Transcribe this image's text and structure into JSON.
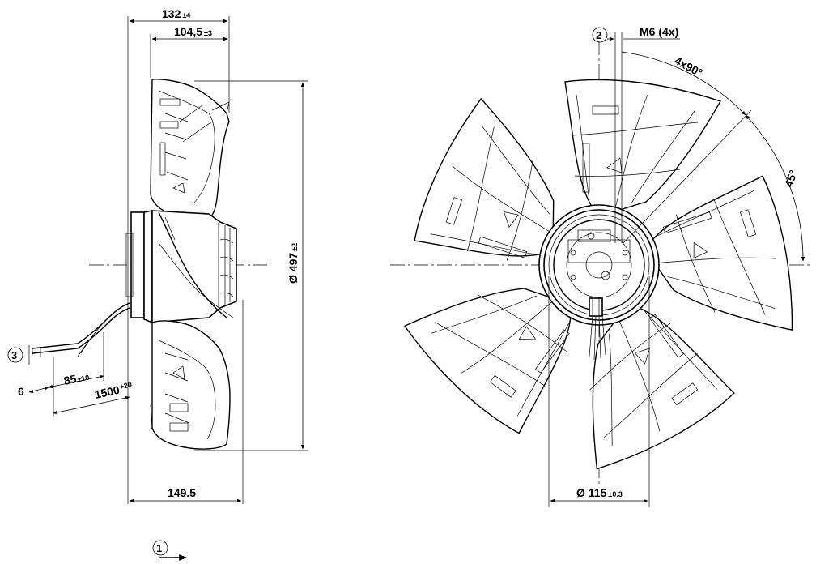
{
  "side_view": {
    "dim_overall_depth": "132",
    "dim_overall_depth_tol": "±4",
    "dim_blade_depth": "104,5",
    "dim_blade_depth_tol": "±3",
    "dim_diameter": "Ø 497",
    "dim_diameter_tol": "±2",
    "dim_rear_depth": "149.5",
    "cable_strip": "6",
    "cable_strip_length": "85",
    "cable_strip_length_tol": "±10",
    "cable_length": "1500",
    "cable_length_tol": "+20",
    "callout_cable": "3"
  },
  "front_view": {
    "callout_mount": "2",
    "thread_label": "M6 (4x)",
    "angle_spacing": "4x90°",
    "angle_offset": "45°",
    "dim_mount_circle": "Ø 115",
    "dim_mount_circle_tol": "±0.3"
  },
  "airflow": {
    "callout": "1"
  }
}
